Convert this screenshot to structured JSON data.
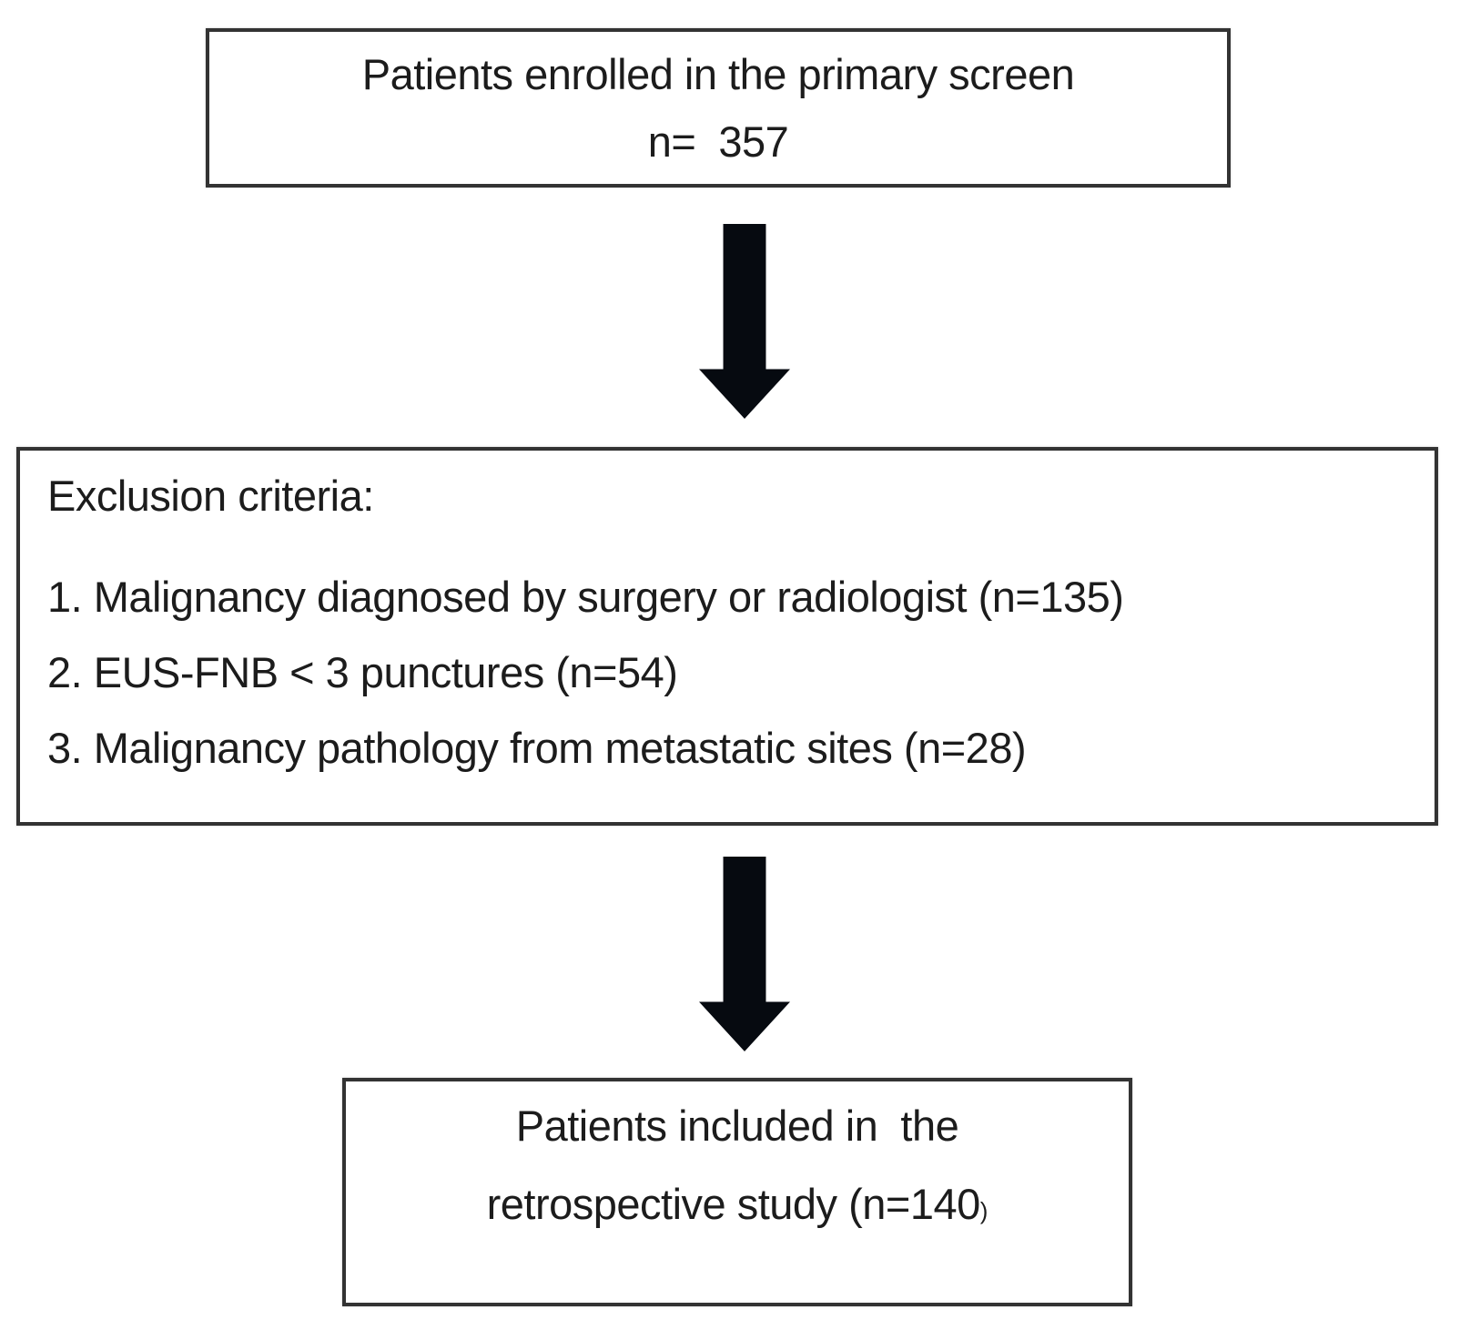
{
  "diagram": {
    "kind": "patient-flow-chart",
    "top_box": {
      "line1": "Patients enrolled in the primary screen",
      "line2": "n=  357"
    },
    "exclusion_box": {
      "heading": "Exclusion criteria:",
      "items": [
        "1. Malignancy diagnosed by surgery or radiologist (n=135)",
        "2. EUS-FNB < 3 punctures (n=54)",
        "3. Malignancy pathology from metastatic sites (n=28)"
      ]
    },
    "bottom_box": {
      "line1": "Patients included in  the",
      "line2_main": "retrospective study (n=140",
      "line2_paren": ")"
    },
    "colors": {
      "border": "#333333",
      "arrow": "#060a10",
      "text": "#1c1c1c",
      "background": "#ffffff"
    }
  }
}
